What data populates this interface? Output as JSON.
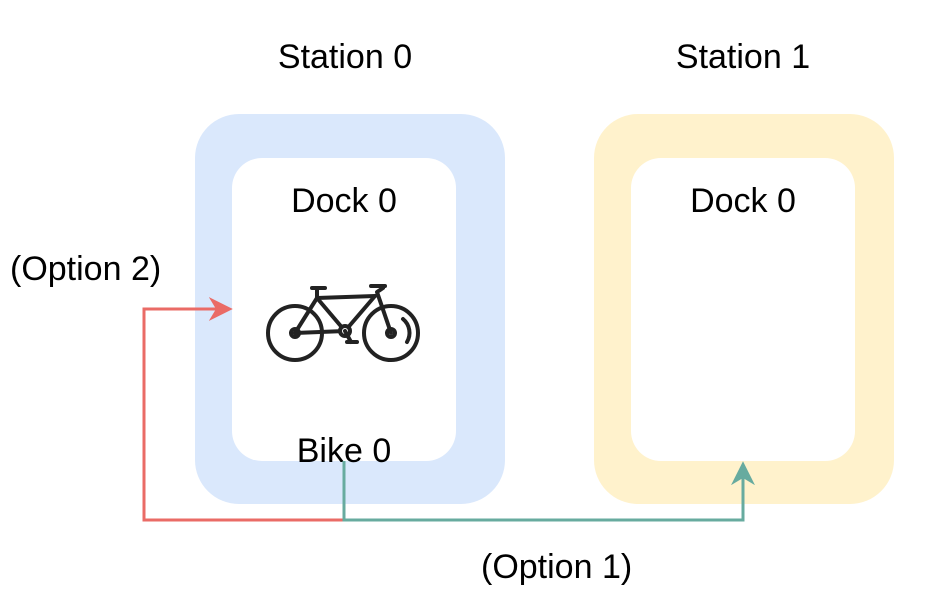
{
  "stations": [
    {
      "title": "Station 0",
      "color": "#dae8fc",
      "dock_label": "Dock 0",
      "bike_label": "Bike 0"
    },
    {
      "title": "Station 1",
      "color": "#fff2cc",
      "dock_label": "Dock 0"
    }
  ],
  "options": {
    "option1": {
      "label": "(Option 1)",
      "color": "#67ab9f"
    },
    "option2": {
      "label": "(Option 2)",
      "color": "#ea6b66"
    }
  },
  "icons": {
    "bike": "bicycle-icon"
  }
}
